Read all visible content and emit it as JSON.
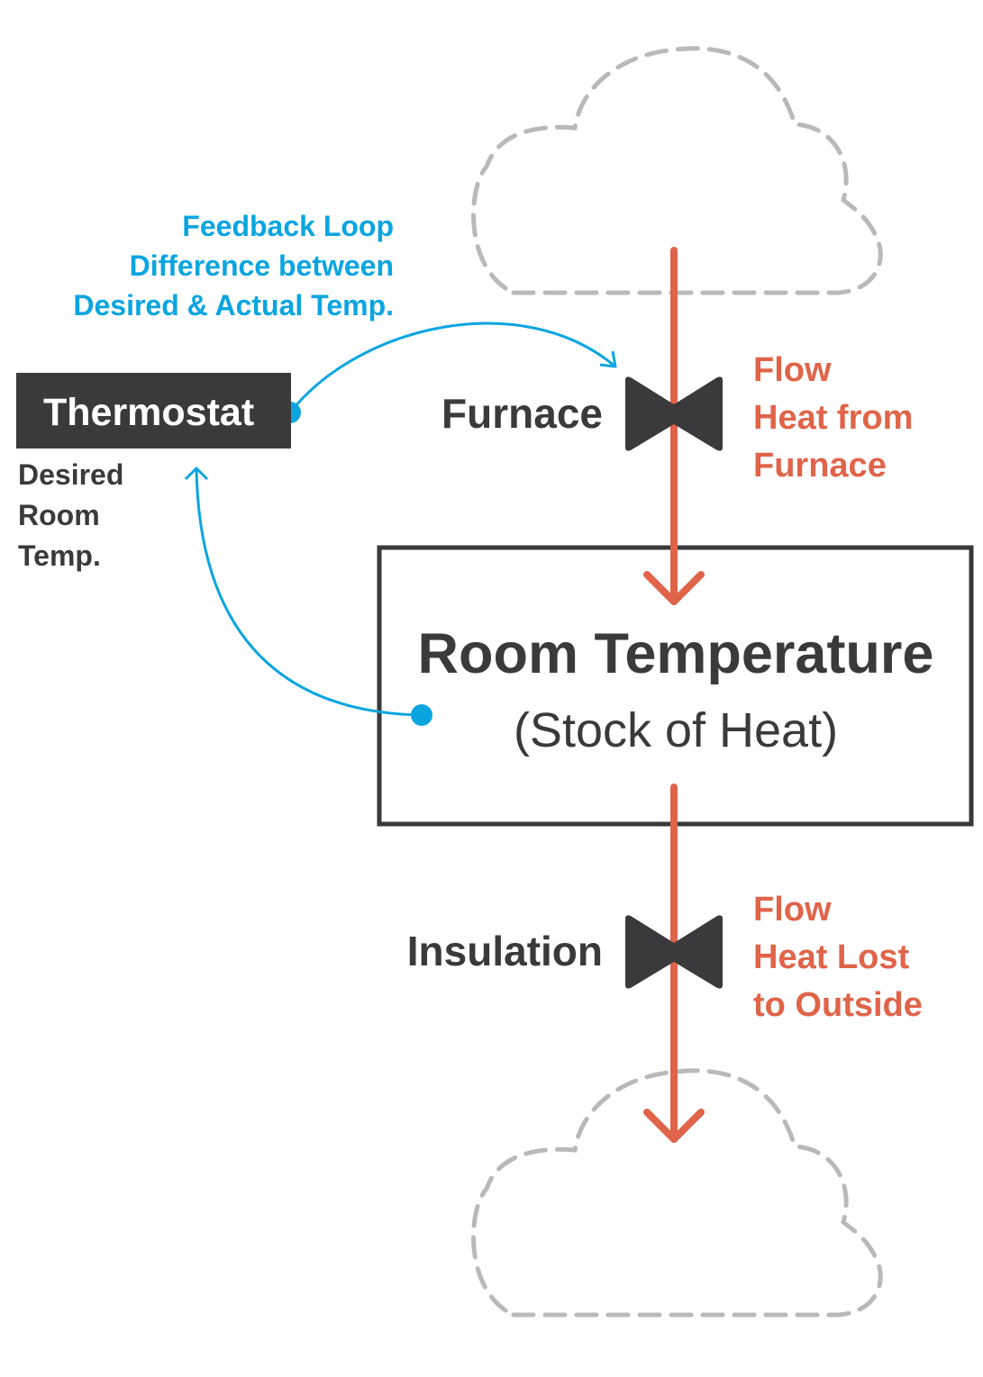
{
  "colors": {
    "flow": "#e06449",
    "feedback": "#0aa5e0",
    "dark": "#3a3a3c",
    "cloud": "#b9b9b9"
  },
  "feedback": {
    "line1": "Feedback Loop",
    "line2": "Difference between",
    "line3": "Desired & Actual Temp."
  },
  "thermostat": {
    "label": "Thermostat",
    "desired_line1": "Desired",
    "desired_line2": "Room",
    "desired_line3": "Temp."
  },
  "inflow": {
    "valve_label": "Furnace",
    "flow_line1": "Flow",
    "flow_line2": "Heat from",
    "flow_line3": "Furnace"
  },
  "stock": {
    "title": "Room Temperature",
    "subtitle": "(Stock of Heat)"
  },
  "outflow": {
    "valve_label": "Insulation",
    "flow_line1": "Flow",
    "flow_line2": "Heat Lost",
    "flow_line3": "to Outside"
  },
  "icons": {
    "source": "cloud-icon",
    "sink": "cloud-icon",
    "valve": "bowtie-valve-icon"
  }
}
